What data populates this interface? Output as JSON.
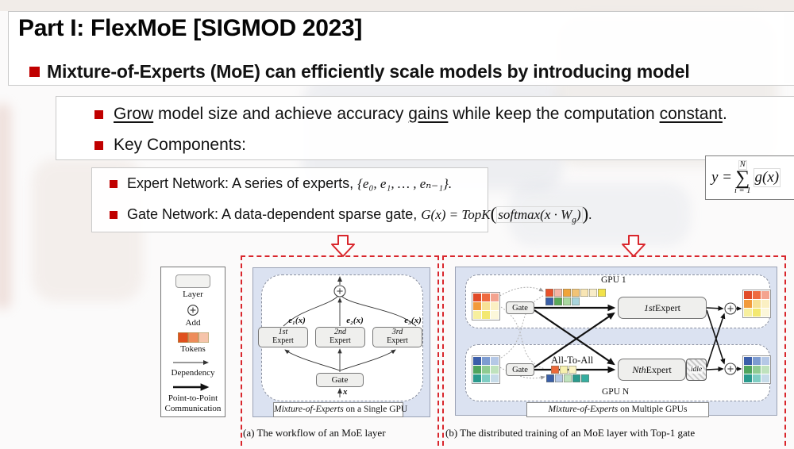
{
  "colors": {
    "bullet_red": "#c00000",
    "dash_red": "#d9262c",
    "panel_blue": "#dbe2f1"
  },
  "header": {
    "title": "Part I: FlexMoE [SIGMOD 2023]",
    "bullet": "Mixture-of-Experts (MoE) can efficiently scale models by introducing model"
  },
  "level2": {
    "grow_u1": "Grow",
    "grow_t1": " model size and achieve accuracy ",
    "grow_u2": "gains",
    "grow_t2": " while keep the computation ",
    "grow_u3": "constant",
    "grow_t3": ".",
    "key_components": "Key Components:"
  },
  "level3": {
    "expert_text": "Expert Network: A series of experts, ",
    "expert_math": "{e₀, e₁, … , eₙ₋₁}.",
    "gate_text": "Gate Network: A data-dependent sparse gate, ",
    "gate_math_1": "G(x) = TopK",
    "gate_paren_open": "(",
    "gate_math_2": "softmax(x · W",
    "gate_sub": "g",
    "gate_math_3": ")",
    "gate_paren_close": ")",
    "gate_period": "."
  },
  "formula": {
    "lhs": "y =",
    "upper": "N",
    "sigma": "∑",
    "lower": "i = 1",
    "rhs": "g(x)"
  },
  "legend": {
    "layer": "Layer",
    "add": "Add",
    "tokens": "Tokens",
    "dependency": "Dependency",
    "p2p_line1": "Point-to-Point",
    "p2p_line2": "Communication",
    "token_colors": [
      "#e0501e",
      "#ee8c5a",
      "#f6c4aa"
    ]
  },
  "diagram_a": {
    "expert1_top": "e₁(x)",
    "expert2_top": "e₂(x)",
    "expert3_top": "e₃(x)",
    "expert1_l1": "1st",
    "expert1_l2": "Expert",
    "expert2_l1": "2nd",
    "expert2_l2": "Expert",
    "expert3_l1": "3rd",
    "expert3_l2": "Expert",
    "gate": "Gate",
    "input": "x",
    "caption_italic": "Mixture-of-Experts",
    "caption_rest": " on a Single GPU"
  },
  "diagram_b": {
    "gpu1": "GPU 1",
    "gpuN": "GPU N",
    "gate1": "Gate",
    "gateN": "Gate",
    "all_to_all": "All-To-All",
    "expert1_num": "1st",
    "expert1_rest": " Expert",
    "expertN_num": "Nth",
    "expertN_rest": " Expert",
    "idle": "idle",
    "caption_italic": "Mixture-of-Experts",
    "caption_rest": " on Multiple GPUs",
    "grid_gpu1_in": [
      "#e14b28",
      "#ee6a40",
      "#f4a38f",
      "#f29b3c",
      "#f7e196",
      "#fbf0c3",
      "#f7ef9e",
      "#f3e871",
      "#fcf7da"
    ],
    "grid_gpu1_out": [
      "#e14b28",
      "#ee6a40",
      "#f4a38f",
      "#f29b3c",
      "#f7e196",
      "#fbf0c3",
      "#f7ef9e",
      "#f3e871",
      "#fcf7da"
    ],
    "grid_gpuN_in": [
      "#3b5ea9",
      "#7d9cd1",
      "#b5c8e6",
      "#4fa45e",
      "#8fcb92",
      "#bfe2bd",
      "#2a9a8d",
      "#7fcdc3",
      "#c6dbe8"
    ],
    "grid_gpuN_out": [
      "#3b5ea9",
      "#7d9cd1",
      "#b5c8e6",
      "#4fa45e",
      "#8fcb92",
      "#bfe2bd",
      "#2a9a8d",
      "#7fcdc3",
      "#c6dbe8"
    ],
    "tokens1_row1": [
      "#e8512b",
      "#f5b5a5",
      "#f0a43a",
      "#f2c376",
      "#f8e5b4",
      "#f8ecc8",
      "#f2e24a"
    ],
    "tokens1_row2": [
      "#3a5fa8",
      "#58a858",
      "#a8d8a0",
      "#a8d4dc"
    ],
    "tokensN_row1": [
      "#ec6a3a",
      "#f7f0ae",
      "#faf3c4"
    ],
    "tokensN_row2": [
      "#3a5fa8",
      "#b5c8e6",
      "#bfe2bd",
      "#2a9a8d",
      "#35ada0"
    ]
  },
  "captions": {
    "a": "(a)  The workflow of an MoE layer",
    "b": "(b)  The distributed training of an MoE layer with Top-1 gate"
  }
}
